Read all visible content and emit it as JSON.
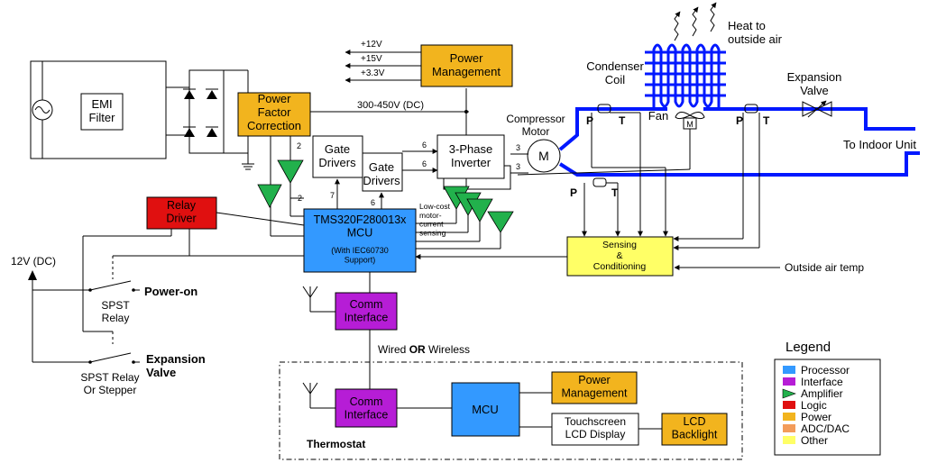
{
  "colors": {
    "processor": "#3399ff",
    "interface": "#b61dd6",
    "amplifier": "#22b14c",
    "logic": "#e01010",
    "power": "#f2b41e",
    "adc_dac": "#f39c5a",
    "other": "#ffff66",
    "pipe": "#0018ff"
  },
  "blocks": {
    "emi_filter": "EMI\nFilter",
    "pfc": "Power\nFactor\nCorrection",
    "power_mgmt_top": "Power\nManagement",
    "gate_drivers_1": "Gate\nDrivers",
    "gate_drivers_2": "Gate\nDrivers",
    "inverter": "3-Phase\nInverter",
    "mcu_main": "TMS320F280013x\nMCU",
    "mcu_main_sub": "(With IEC60730\nSupport)",
    "relay_driver": "Relay\nDriver",
    "comm_top": "Comm\nInterface",
    "sensing": "Sensing\n&\nConditioning",
    "comm_thermo": "Comm\nInterface",
    "mcu_thermo": "MCU",
    "power_mgmt_thermo": "Power\nManagement",
    "touchscreen": "Touchscreen\nLCD Display",
    "lcd_backlight": "LCD\nBacklight"
  },
  "labels": {
    "v12": "+12V",
    "v15": "+15V",
    "v33": "+3.3V",
    "dc_bus": "300-450V (DC)",
    "heat": "Heat to\noutside air",
    "condenser": "Condenser\nCoil",
    "expansion_valve": "Expansion\nValve",
    "fan": "Fan",
    "fan_motor": "M",
    "compressor_motor": "Compressor\nMotor",
    "compressor_m": "M",
    "to_indoor": "To Indoor Unit",
    "outside_air_temp": "Outside air temp",
    "low_cost": "Low-cost\nmotor-\ncurrent\nsensing",
    "supply_12v": "12V (DC)",
    "power_on": "Power-on",
    "spst_relay": "SPST\nRelay",
    "spst_stepper": "SPST Relay\nOr Stepper",
    "expansion_valve_out": "Expansion\nValve",
    "wired": "Wired",
    "or": "OR",
    "wireless": "Wireless",
    "thermostat": "Thermostat",
    "sensor_p": "P",
    "sensor_t": "T",
    "bus_2a": "2",
    "bus_2b": "2",
    "bus_6a": "6",
    "bus_6b": "6",
    "bus_6c": "6",
    "bus_7": "7",
    "bus_3a": "3",
    "bus_3b": "3"
  },
  "legend": {
    "title": "Legend",
    "items": [
      {
        "label": "Processor",
        "color": "#3399ff"
      },
      {
        "label": "Interface",
        "color": "#b61dd6"
      },
      {
        "label": "Amplifier",
        "color": "#22b14c"
      },
      {
        "label": "Logic",
        "color": "#e01010"
      },
      {
        "label": "Power",
        "color": "#f2b41e"
      },
      {
        "label": "ADC/DAC",
        "color": "#f39c5a"
      },
      {
        "label": "Other",
        "color": "#ffff66"
      }
    ]
  }
}
